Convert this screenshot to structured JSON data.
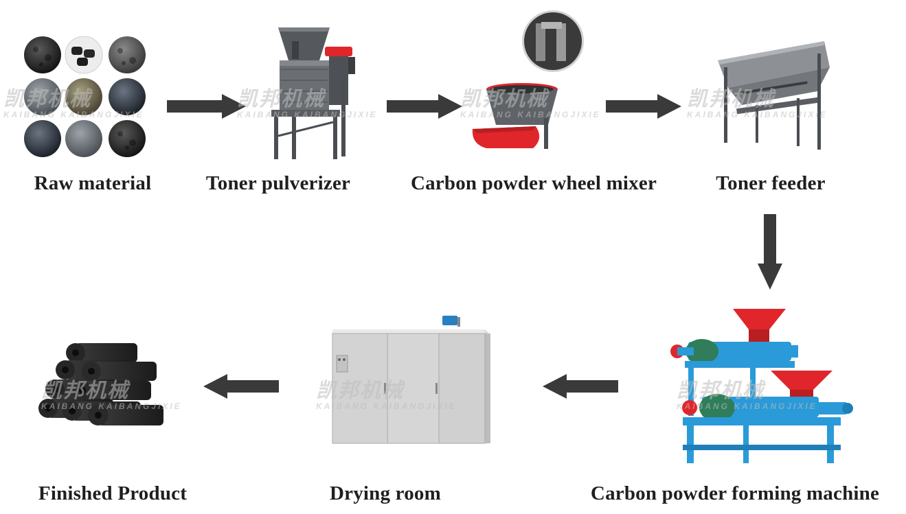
{
  "watermark": {
    "logo_text": "凯邦机械",
    "sub_text": "KAIBANG KAIBANGJIXIE"
  },
  "steps": [
    {
      "id": "raw-material",
      "label": "Raw material"
    },
    {
      "id": "toner-pulverizer",
      "label": "Toner pulverizer"
    },
    {
      "id": "carbon-powder-wheel-mixer",
      "label": "Carbon powder wheel mixer"
    },
    {
      "id": "toner-feeder",
      "label": "Toner feeder"
    },
    {
      "id": "carbon-powder-forming-machine",
      "label": "Carbon powder forming machine"
    },
    {
      "id": "drying-room",
      "label": "Drying room"
    },
    {
      "id": "finished-product",
      "label": "Finished Product"
    }
  ],
  "colors": {
    "arrow": "#3a3a3a",
    "machine_red": "#e0262a",
    "machine_blue": "#2a9ad8",
    "machine_green": "#2f7d5a",
    "machine_gray": "#6d7175",
    "drying_room": "#d9d9d9",
    "coal": "#2b2b2b"
  }
}
